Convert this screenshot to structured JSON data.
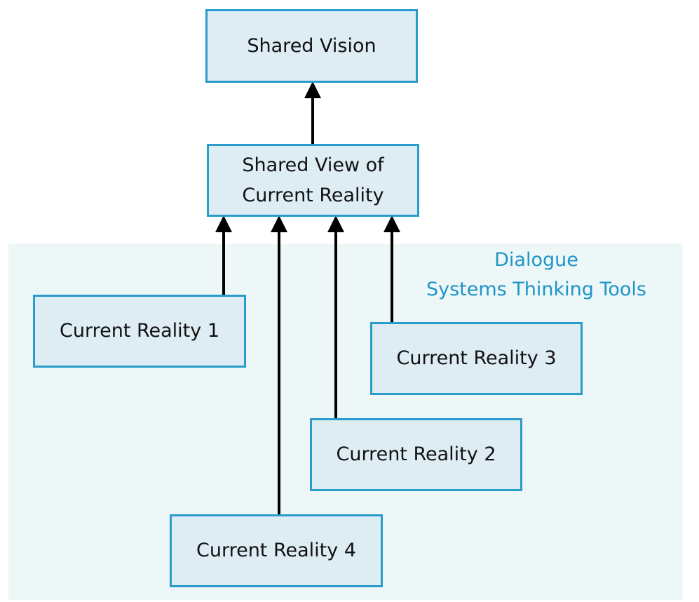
{
  "diagram": {
    "boxes": {
      "shared_vision": "Shared Vision",
      "shared_view": "Shared View of\nCurrent Reality",
      "current_reality_1": "Current Reality 1",
      "current_reality_2": "Current Reality 2",
      "current_reality_3": "Current Reality 3",
      "current_reality_4": "Current Reality 4"
    },
    "annotation": {
      "line1": "Dialogue",
      "line2": "Systems Thinking Tools"
    },
    "edges": [
      {
        "from": "shared_view",
        "to": "shared_vision"
      },
      {
        "from": "current_reality_1",
        "to": "shared_view"
      },
      {
        "from": "current_reality_4",
        "to": "shared_view"
      },
      {
        "from": "current_reality_2",
        "to": "shared_view"
      },
      {
        "from": "current_reality_3",
        "to": "shared_view"
      }
    ],
    "colors": {
      "box_fill": "#deedf4",
      "box_border": "#2a9ccc",
      "panel_fill": "#eef7f7",
      "annotation_text": "#1d95c8",
      "arrow": "#000000"
    }
  }
}
